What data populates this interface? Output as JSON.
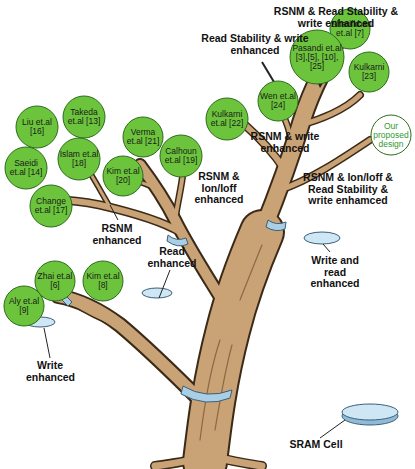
{
  "diagram": {
    "nodes": [
      {
        "text": [
          "Sharifkhan et.al [7]"
        ]
      },
      {
        "text": [
          "Pasandi et.al [3],[5], [10],[25]"
        ]
      },
      {
        "text": [
          "Kulkarni [23]"
        ]
      },
      {
        "text": [
          "Wen et.al [24]"
        ]
      },
      {
        "text": [
          "Takeda et.al [13]"
        ]
      },
      {
        "text": [
          "Liu et.al [16]"
        ]
      },
      {
        "text": [
          "Kulkarni et.al [22]"
        ]
      },
      {
        "text": [
          "Verma et.al [21]"
        ]
      },
      {
        "text": [
          "Our proposed design"
        ]
      },
      {
        "text": [
          "Calhoun et.al [19]"
        ]
      },
      {
        "text": [
          "Islam et.al [18]"
        ]
      },
      {
        "text": [
          "Saeidi et.al [14]"
        ]
      },
      {
        "text": [
          "Kim et.al [20]"
        ]
      },
      {
        "text": [
          "Change et.al [17]"
        ]
      },
      {
        "text": [
          "Zhai et.al [6]"
        ]
      },
      {
        "text": [
          "Kim et.al [8]"
        ]
      },
      {
        "text": [
          "Aly et.al [9]"
        ]
      }
    ],
    "labels": [
      "RSNM & Read Stability & write enhanced",
      "Read Stability & write enhanced",
      "RSNM & write enhanced",
      "RSNM & Ion/Ioff enhanced",
      "RSNM & Ion/Ioff & Read Stability & write enhamced",
      "RSNM enhanced",
      "Read enhanced",
      "Write and read enhanced",
      "Write enhanced",
      "SRAM Cell"
    ]
  }
}
